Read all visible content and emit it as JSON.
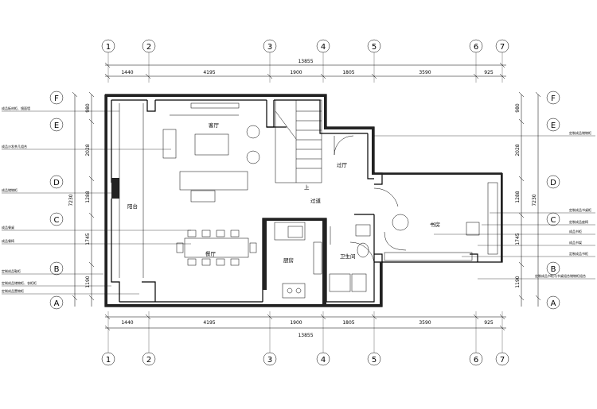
{
  "axes_cols": [
    "1",
    "2",
    "3",
    "4",
    "5",
    "6",
    "7"
  ],
  "axes_rows": [
    "F",
    "E",
    "D",
    "C",
    "B",
    "A"
  ],
  "dims_top": [
    "1440",
    "4195",
    "1900",
    "1805",
    "3590",
    "925"
  ],
  "dims_bottom": [
    "1440",
    "4195",
    "1900",
    "1805",
    "3590",
    "925"
  ],
  "total_width": "13855",
  "dims_left": [
    "980",
    "2028",
    "1288",
    "1745",
    "1190"
  ],
  "dims_right": [
    "980",
    "2028",
    "1288",
    "1745",
    "1190"
  ],
  "total_height": "7230",
  "rooms": {
    "living": "客厅",
    "balcony": "阳台",
    "dining": "餐厅",
    "corridor": "过道",
    "hall": "过厅",
    "kitchen": "厨房",
    "bath": "卫生间",
    "study": "书房",
    "up": "上"
  },
  "notes_left": [
    "成品板材柜、镜面墙",
    "成品沙发茶几组合",
    "成品储物柜",
    "成品餐桌",
    "成品餐椅",
    "定制成品鞋柜",
    "定制成品储物柜、衣柜柜",
    "定制成品置物柜"
  ],
  "notes_right": [
    "定制成品储物柜",
    "定制成品书桌柜",
    "定制成品座椅",
    "成品书柜",
    "成品书架",
    "定制成品书柜",
    "定制成品书柜与书桌组合储物柜组合"
  ]
}
